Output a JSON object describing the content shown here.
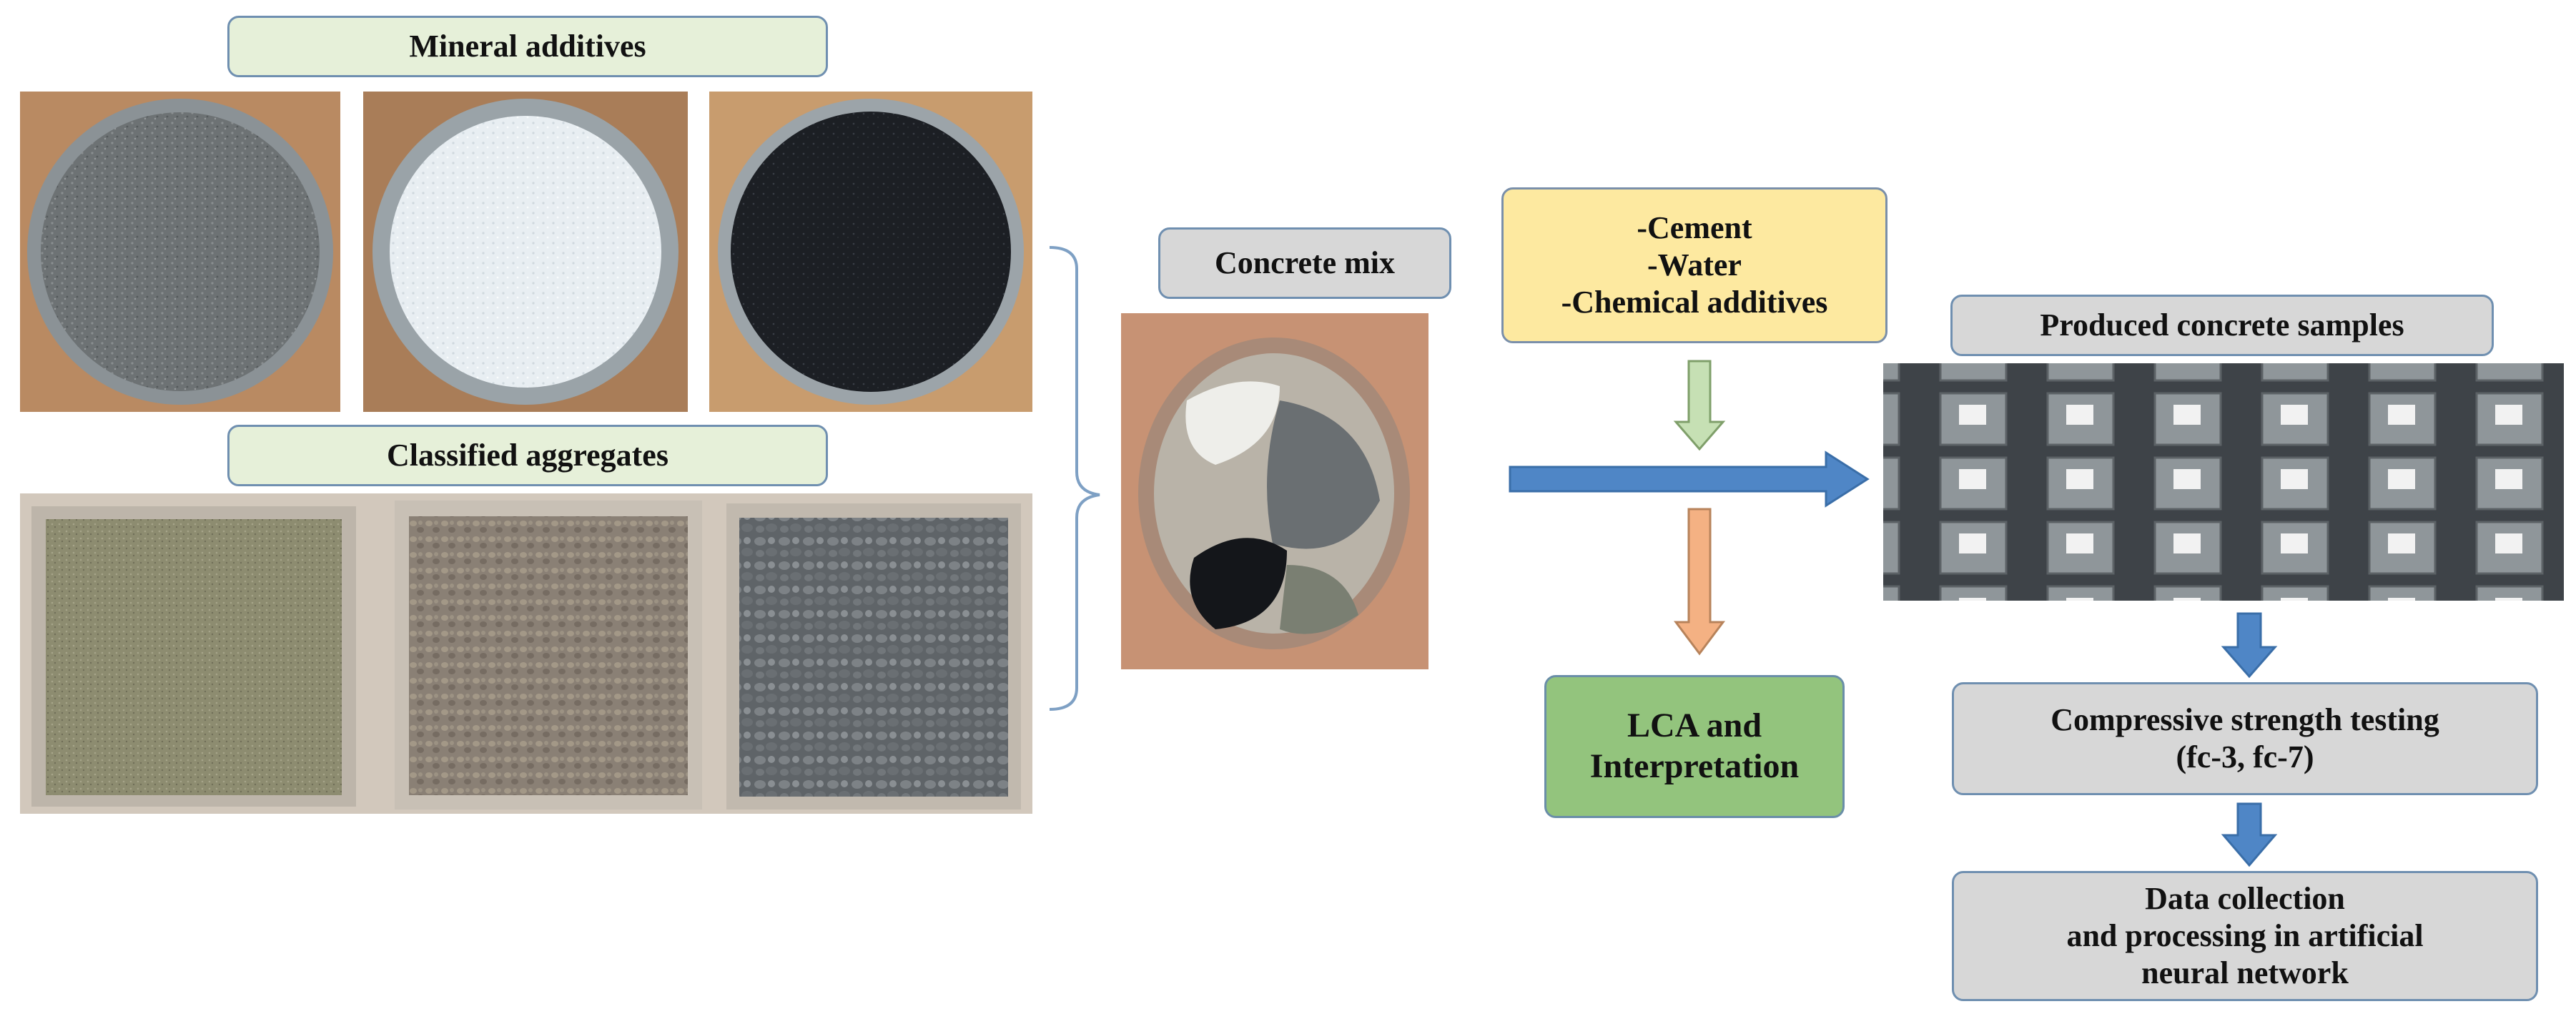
{
  "labels": {
    "mineral_additives": "Mineral additives",
    "classified_aggregates": "Classified aggregates",
    "concrete_mix": "Concrete mix",
    "inputs": [
      "-Cement",
      "-Water",
      "-Chemical additives"
    ],
    "lca": [
      "LCA and",
      "Interpretation"
    ],
    "produced_samples": "Produced concrete samples",
    "testing": [
      "Compressive strength testing",
      "(fc-3, fc-7)"
    ],
    "data_processing": [
      "Data collection",
      "and processing in artificial",
      "neural network"
    ]
  },
  "colors": {
    "box_border": "#6f8fb0",
    "light_green_fill": "#e6f0d9",
    "grey_fill": "#d7d7d7",
    "yellow_fill": "#fde9a0",
    "green_fill": "#93c47d",
    "arrow_blue": "#4f86c6",
    "arrow_green": "#c6e0b4",
    "arrow_orange": "#f4b183",
    "bracket": "#7ea0c4"
  }
}
